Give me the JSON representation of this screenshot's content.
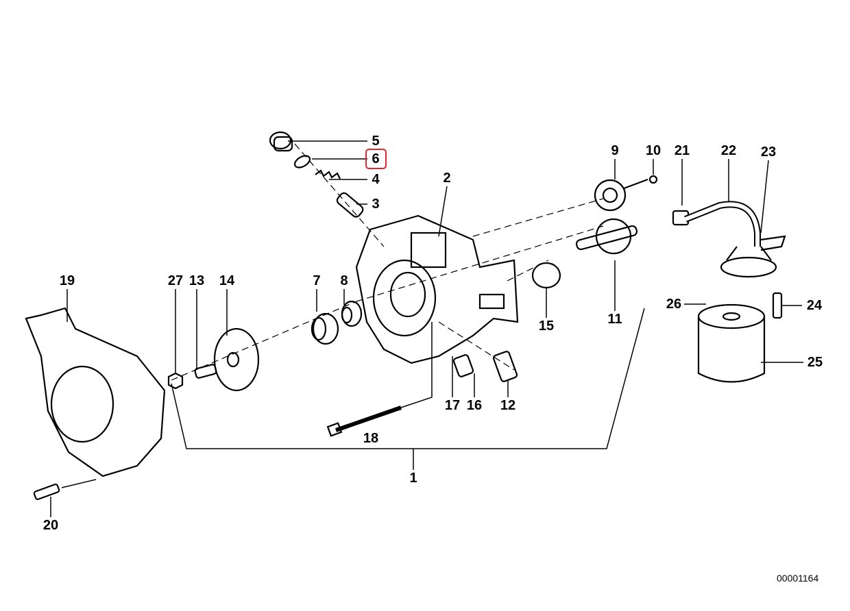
{
  "diagram": {
    "highlight_color": "#e8232b",
    "highlighted_part": "6",
    "catalog_code": "00001164",
    "callouts": [
      "1",
      "2",
      "3",
      "4",
      "5",
      "6",
      "7",
      "8",
      "9",
      "10",
      "11",
      "12",
      "13",
      "14",
      "15",
      "16",
      "17",
      "18",
      "19",
      "20",
      "21",
      "22",
      "23",
      "24",
      "25",
      "26",
      "27"
    ]
  }
}
